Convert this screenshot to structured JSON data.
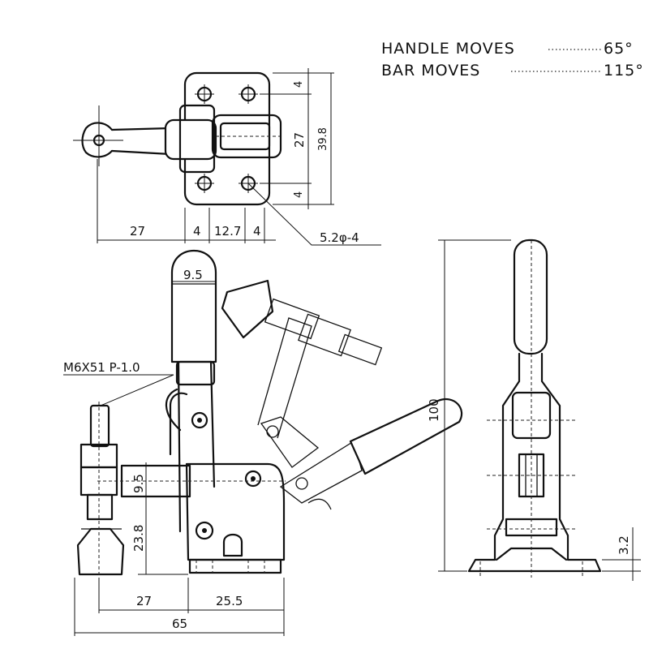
{
  "motion": {
    "handle_label": "HANDLE MOVES",
    "handle_angle": "65°",
    "bar_label": "BAR MOVES",
    "bar_angle": "115°"
  },
  "dimensions": {
    "top_width_27": "27",
    "top_4a": "4",
    "top_127": "12.7",
    "top_4b": "4",
    "hole_callout": "5.2φ-4",
    "vert_4_top": "4",
    "vert_27": "27",
    "vert_398": "39.8",
    "vert_4_bottom": "4",
    "handle_width": "9.5",
    "thread_spec": "M6X51 P-1.0",
    "side_95": "9.5",
    "side_238": "23.8",
    "bottom_27": "27",
    "bottom_255": "25.5",
    "bottom_65": "65",
    "height_100": "100",
    "base_32": "3.2"
  },
  "colors": {
    "ink": "#111111",
    "paper": "#ffffff"
  }
}
